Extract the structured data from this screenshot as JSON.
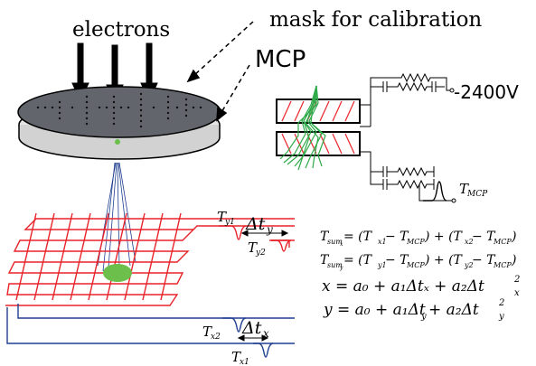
{
  "labels": {
    "electrons": "electrons",
    "mask": "mask for calibration",
    "mcp": "MCP",
    "voltage": "-2400V",
    "t_mcp": "T",
    "t_mcp_sub": "MCP",
    "ty1": "T",
    "ty1_sub": "y1",
    "ty2": "T",
    "ty2_sub": "y2",
    "tx1": "T",
    "tx1_sub": "x1",
    "tx2": "T",
    "tx2_sub": "x2",
    "dty": "Δt",
    "dty_sub": "y",
    "dtx": "Δt",
    "dtx_sub": "x"
  },
  "equations": {
    "eq1_lhs": "T",
    "eq1_lhs_sub": "sum",
    "eq1_lhs_subsub": "x",
    "eq1_rhs": " = (T",
    "eq1_a": "x1",
    "eq1_b": " − T",
    "eq1_c": "MCP",
    "eq1_d": ") + (T",
    "eq1_e": "x2",
    "eq1_f": " − T",
    "eq1_g": "MCP",
    "eq1_h": ")",
    "eq2_lhs": "T",
    "eq2_lhs_sub": "sum",
    "eq2_lhs_subsub": "y",
    "eq2_rhs": " = (T",
    "eq2_a": "y1",
    "eq2_b": " − T",
    "eq2_c": "MCP",
    "eq2_d": ") + (T",
    "eq2_e": "y2",
    "eq2_f": " − T",
    "eq2_g": "MCP",
    "eq2_h": ")",
    "eq3": "x = a₀ + a₁Δtₓ + a₂Δt",
    "eq3_sup": "2",
    "eq3_sub": "x",
    "eq4": "y = a₀ + a₁Δt",
    "eq4_sub1": "y",
    "eq4_mid": " + a₂Δt",
    "eq4_sup": "2",
    "eq4_sub2": "y"
  },
  "colors": {
    "anode_red": "#e8242b",
    "anode_blue": "#1f3f8f",
    "mcp_green": "#2eaa4a",
    "mask_top": "#6a6d72",
    "mask_rim": "#d8d8d8",
    "spot_green": "#6bbf4a"
  }
}
